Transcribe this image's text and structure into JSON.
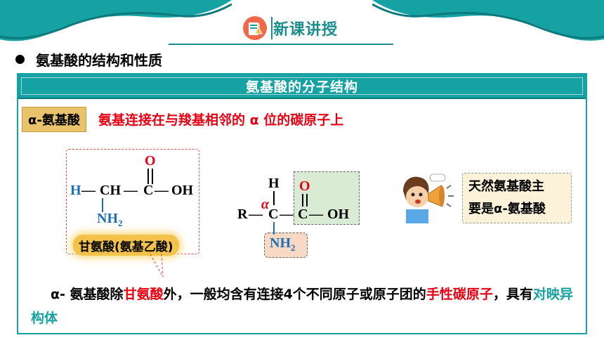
{
  "header": {
    "title": "新课讲授"
  },
  "section": {
    "heading": "氨基酸的结构和性质"
  },
  "panel": {
    "title": "氨基酸的分子结构",
    "alpha_tag": "α-氨基酸",
    "definition": "氨基连接在与羧基相邻的 α 位的碳原子上",
    "glycine": {
      "h": "H",
      "dash1": "—",
      "ch": "CH",
      "dash2": "—",
      "c": "C",
      "dash3": "—",
      "oh": "OH",
      "o": "O",
      "nh": "NH",
      "sub2": "2",
      "label": "甘氨酸(氨基乙酸)"
    },
    "general": {
      "h": "H",
      "r": "R",
      "dash1": "—",
      "c1": "C",
      "dash2": "—",
      "c2": "C",
      "dash3": "—",
      "oh": "OH",
      "o": "O",
      "alpha": "α",
      "nh": "NH",
      "sub2": "2"
    },
    "note_line1": "天然氨基酸主",
    "note_line2": "要是α-氨基酸",
    "paragraph": {
      "p1": "α- 氨基酸除",
      "p2": "甘氨酸",
      "p3": "外，一般均含有连接4个不同原子或原子团的",
      "p4": "手性碳原子",
      "p5": "，具有",
      "p6": "对映异构体"
    }
  },
  "colors": {
    "teal": "#16a1a3",
    "red": "#e60012",
    "blue": "#1f6fb2",
    "gold": "#f3c24a"
  }
}
